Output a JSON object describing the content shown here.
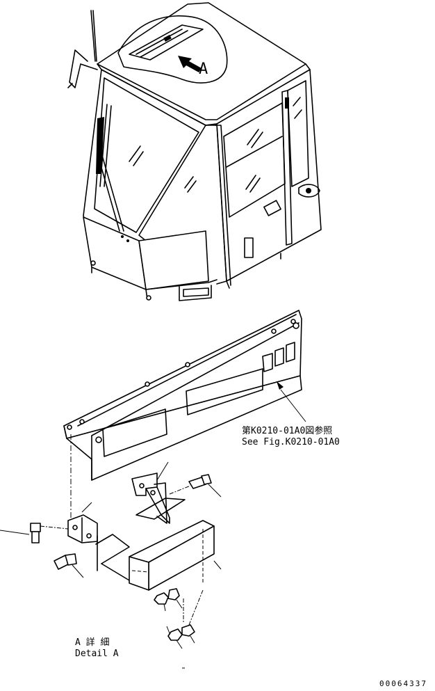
{
  "detail_label": {
    "letter": "A",
    "jp": "A 詳 細",
    "en": "Detail A"
  },
  "reference": {
    "jp": "第K0210-01A0図参照",
    "en": "See Fig.K0210-01A0"
  },
  "drawing_number": "00064337"
}
